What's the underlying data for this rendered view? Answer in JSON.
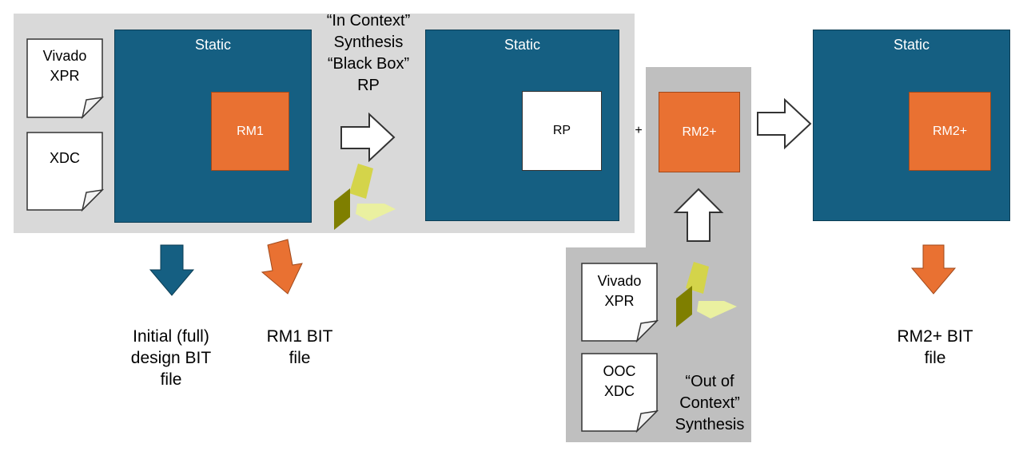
{
  "colors": {
    "static_blue": "#155f82",
    "rm_orange": "#e97132",
    "panel_light": "#d9d9d9",
    "panel_dark": "#bfbfbf",
    "logo_dark": "#7f7f00",
    "logo_light": "#d4d44a",
    "logo_pale": "#eaf0a0"
  },
  "left_files": {
    "xpr": "Vivado\nXPR",
    "xdc": "XDC"
  },
  "ooc_files": {
    "xpr": "Vivado\nXPR",
    "xdc": "OOC\nXDC"
  },
  "static_blocks": {
    "left": {
      "title": "Static",
      "inner": "RM1"
    },
    "middle": {
      "title": "Static",
      "inner": "RP"
    },
    "right": {
      "title": "Static",
      "inner": "RM2+"
    }
  },
  "rm2_block": "RM2+",
  "plus_sign": "+",
  "in_context_label": "“In Context”\nSynthesis\n“Black Box”\nRP",
  "out_of_context_label": "“Out of\nContext”\nSynthesis",
  "outputs": {
    "initial": "Initial (full)\ndesign BIT\nfile",
    "rm1": "RM1 BIT\nfile",
    "rm2": "RM2+ BIT\nfile"
  },
  "icons": {
    "vivado_logo": "vivado-logo-icon",
    "arrow_right": "arrow-right-icon",
    "arrow_down": "arrow-down-icon",
    "arrow_up": "arrow-up-icon",
    "document": "document-icon"
  }
}
